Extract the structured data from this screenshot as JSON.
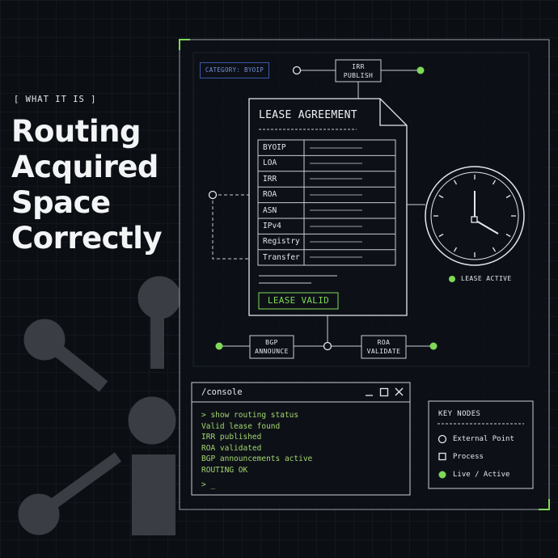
{
  "eyebrow": "[ WHAT IT IS ]",
  "headline": [
    "Routing",
    "Acquired",
    "Space",
    "Correctly"
  ],
  "category_tag": "CATEGORY: BYOIP",
  "nodes": {
    "irr_publish": [
      "IRR",
      "PUBLISH"
    ],
    "bgp_announce": [
      "BGP",
      "ANNOUNCE"
    ],
    "roa_validate": [
      "ROA",
      "VALIDATE"
    ]
  },
  "document": {
    "title": "LEASE AGREEMENT",
    "rows": [
      "BYOIP",
      "LOA",
      "IRR",
      "ROA",
      "ASN",
      "IPv4",
      "Registry",
      "Transfer"
    ],
    "stamp": "LEASE VALID"
  },
  "clock": {
    "status": "LEASE ACTIVE"
  },
  "console": {
    "title": "/console",
    "lines": [
      "> show routing status",
      "  Valid lease found",
      "  IRR published",
      "  ROA validated",
      "  BGP announcements active",
      "  ROUTING OK",
      "> _"
    ]
  },
  "legend": {
    "title": "KEY NODES",
    "items": [
      "External Point",
      "Process",
      "Live / Active"
    ]
  },
  "colors": {
    "accent": "#7ed957",
    "bg": "#0b0e13",
    "line": "#c9ced4",
    "tag": "#3c56a8",
    "console_text": "#a4d56f"
  }
}
